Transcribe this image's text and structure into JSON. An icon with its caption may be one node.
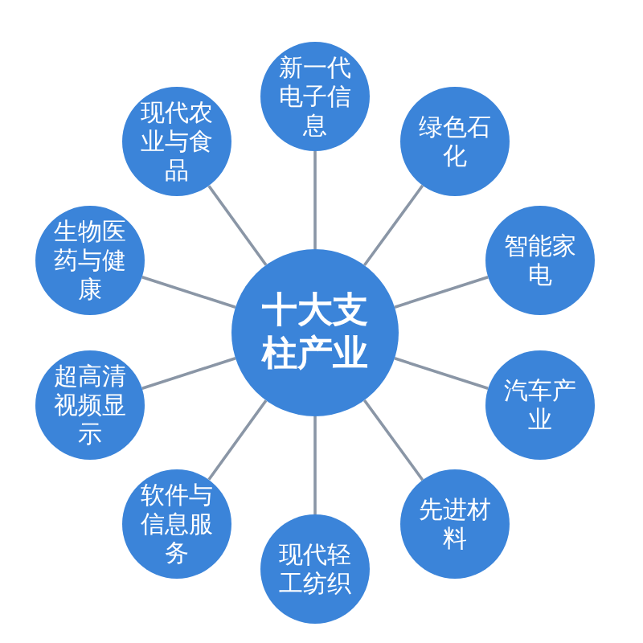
{
  "diagram": {
    "nodes": [
      {
        "text": [
          "十大支柱产业"
        ]
      },
      {
        "text": [
          "新一代电子信息"
        ]
      },
      {
        "text": [
          "绿色石化"
        ]
      },
      {
        "text": [
          "智能家电"
        ]
      },
      {
        "text": [
          "汽车产业"
        ]
      },
      {
        "text": [
          "先进材料"
        ]
      },
      {
        "text": [
          "现代轻工纺织"
        ]
      },
      {
        "text": [
          "软件与信息服务"
        ]
      },
      {
        "text": [
          "超高清视频显示"
        ]
      },
      {
        "text": [
          "生物医药与健康"
        ]
      },
      {
        "text": [
          "现代农业与食品"
        ]
      }
    ],
    "edges": [
      {
        "from": 0,
        "to": 1,
        "arrow": "none"
      },
      {
        "from": 0,
        "to": 2,
        "arrow": "none"
      },
      {
        "from": 0,
        "to": 3,
        "arrow": "none"
      },
      {
        "from": 0,
        "to": 4,
        "arrow": "none"
      },
      {
        "from": 0,
        "to": 5,
        "arrow": "none"
      },
      {
        "from": 0,
        "to": 6,
        "arrow": "none"
      },
      {
        "from": 0,
        "to": 7,
        "arrow": "none"
      },
      {
        "from": 0,
        "to": 8,
        "arrow": "none"
      },
      {
        "from": 0,
        "to": 9,
        "arrow": "none"
      },
      {
        "from": 0,
        "to": 10,
        "arrow": "none"
      }
    ]
  }
}
